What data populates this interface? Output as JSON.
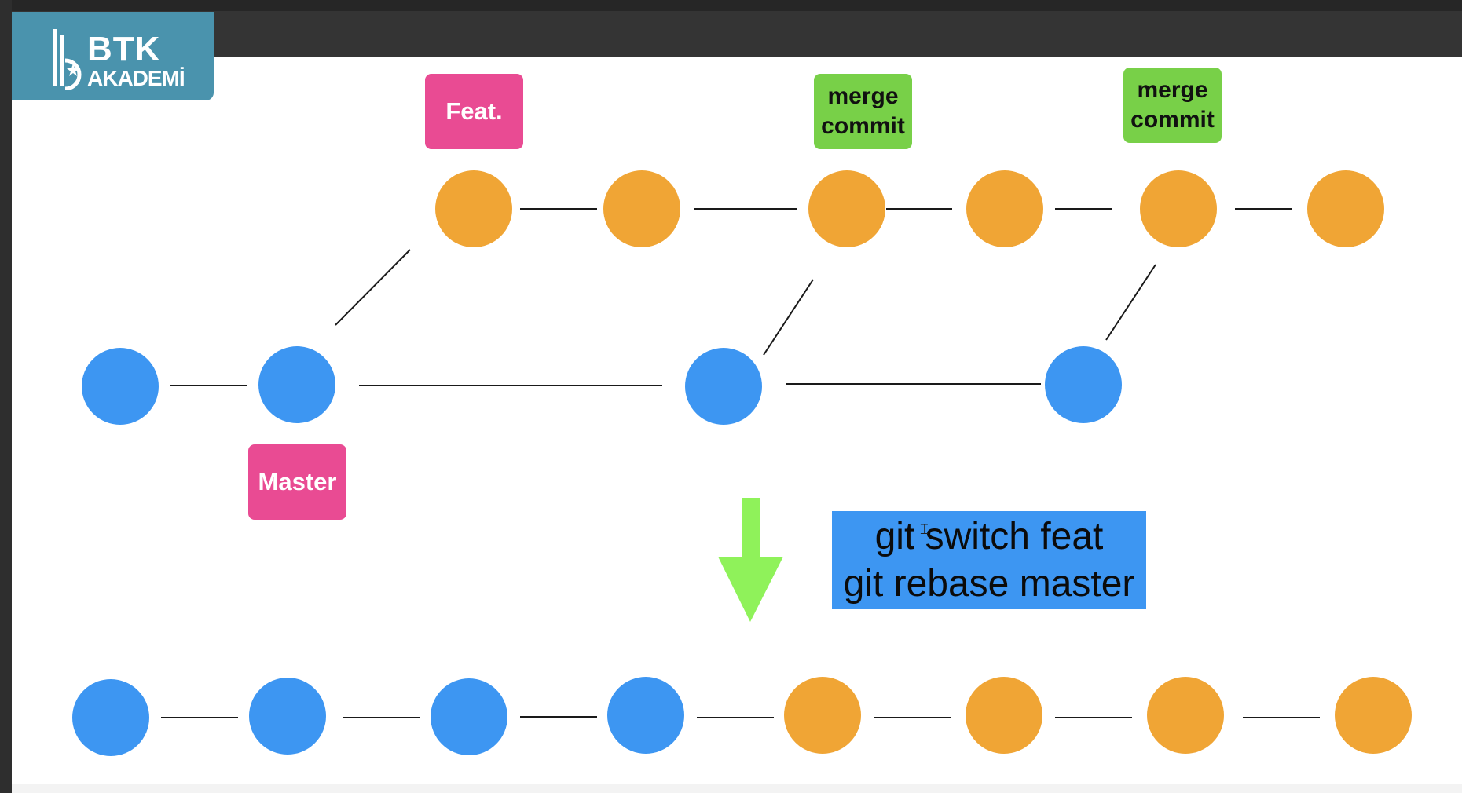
{
  "logo": {
    "title": "BTK",
    "subtitle": "AKADEMİ",
    "color": "#4a93ad"
  },
  "colors": {
    "master_commit": "#3d96f2",
    "feat_commit": "#f0a535",
    "branch_label": "#e94b93",
    "merge_label": "#78d048",
    "arrow": "#8ff25a",
    "command_box": "#3d96f2"
  },
  "labels": {
    "feat": "Feat.",
    "master": "Master",
    "merge1_line1": "merge",
    "merge1_line2": "commit",
    "merge2_line1": "merge",
    "merge2_line2": "commit"
  },
  "command": {
    "line1": "git switch feat",
    "line2": "git rebase master"
  },
  "graph": {
    "before": {
      "feat_commits": 6,
      "master_commits": 4
    },
    "after": {
      "sequence": [
        "master",
        "master",
        "master",
        "master",
        "feat",
        "feat",
        "feat",
        "feat"
      ]
    }
  }
}
